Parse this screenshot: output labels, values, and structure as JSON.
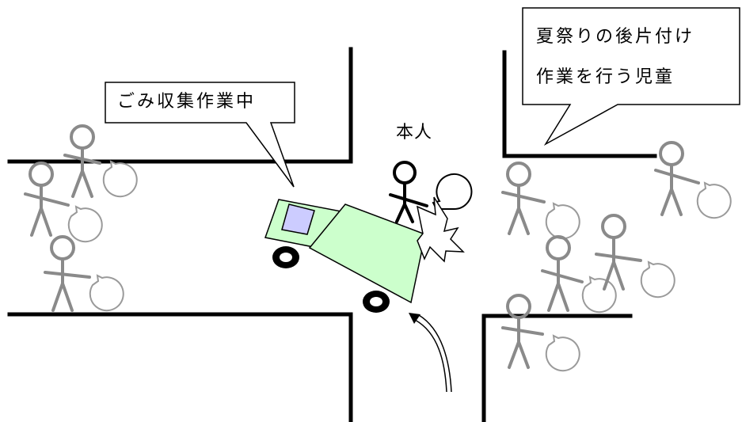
{
  "callouts": {
    "garbage_truck": "ごみ収集作業中",
    "children_line1": "夏祭りの後片付け",
    "children_line2": "作業を行う児童"
  },
  "labels": {
    "self": "本人"
  },
  "colors": {
    "truck_body": "#ccffcc",
    "truck_window": "#ccccff",
    "road_line": "#000000",
    "children": "#8a8a8a",
    "self_figure": "#000000"
  },
  "icons": {
    "impact": "collision-burst-icon",
    "direction": "motion-arrow-icon"
  }
}
